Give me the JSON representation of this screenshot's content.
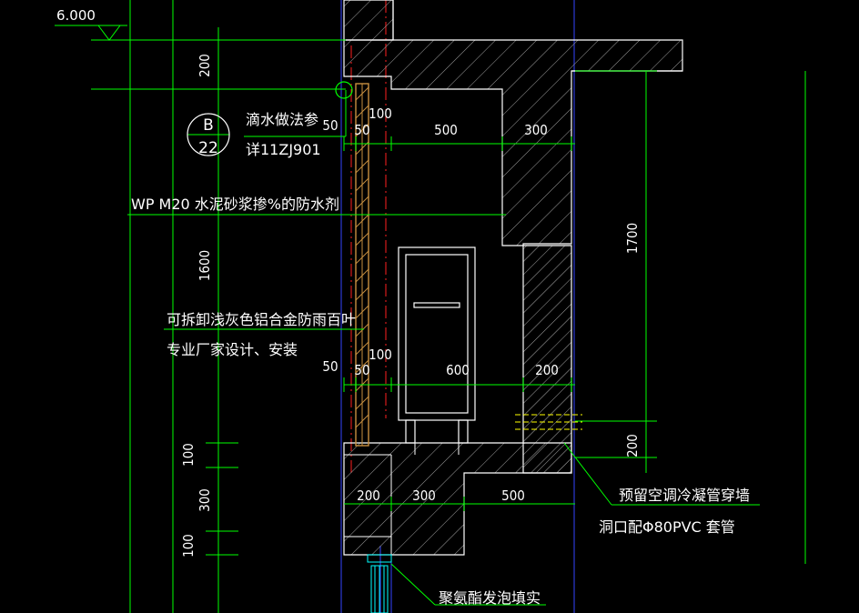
{
  "level_mark": "6.000",
  "detail_ref": {
    "letter": "B",
    "sheet": "22"
  },
  "notes": {
    "drip": "滴水做法参",
    "drip_ref": "详11ZJ901",
    "waterproof": "WP   M20  水泥砂浆掺%的防水剂",
    "louver_1": "可拆卸浅灰色铝合金防雨百叶",
    "louver_2": "专业厂家设计、安装",
    "pipe_1": "预留空调冷凝管穿墙",
    "pipe_2": "洞口配Φ80PVC   套管",
    "foam": "聚氨酯发泡填实"
  },
  "dimensions": {
    "left_200": "200",
    "left_1600": "1600",
    "left_100a": "100",
    "left_300": "300",
    "left_100b": "100",
    "top_50": "50",
    "top_50b": "50",
    "top_100": "100",
    "top_500": "500",
    "top_300": "300",
    "mid_50": "50",
    "mid_50b": "50",
    "mid_100": "100",
    "mid_600": "600",
    "mid_200": "200",
    "bot_200": "200",
    "bot_300": "300",
    "bot_500": "500",
    "right_1700": "1700",
    "right_200": "200"
  },
  "colors": {
    "background": "#000000",
    "dim_line": "#00ff00",
    "wall": "#ffffff",
    "axis": "#3344ff",
    "center": "#ff2020",
    "hatch": "#b0b0b0",
    "louver": "#c89040",
    "yellow": "#ffff00",
    "cyan": "#00ffff"
  }
}
